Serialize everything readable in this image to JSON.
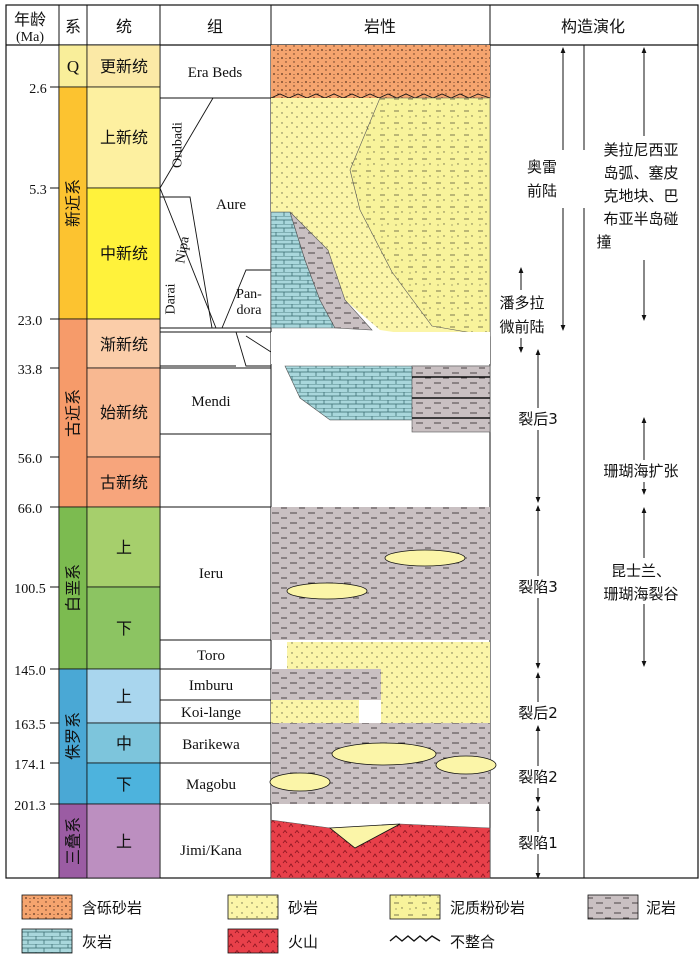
{
  "header": {
    "age": "年龄",
    "age_unit": "(Ma)",
    "system": "系",
    "series": "统",
    "formation": "组",
    "lithology": "岩性",
    "tectonics": "构造演化"
  },
  "ages": [
    "2.6",
    "5.3",
    "23.0",
    "33.8",
    "56.0",
    "66.0",
    "100.5",
    "145.0",
    "163.5",
    "174.1",
    "201.3"
  ],
  "systems": [
    {
      "name": "Q",
      "color": "#f9ee9a"
    },
    {
      "name": "新近系",
      "color": "#fcc330"
    },
    {
      "name": "古近系",
      "color": "#f69b6a"
    },
    {
      "name": "白垩系",
      "color": "#7cbb50"
    },
    {
      "name": "侏罗系",
      "color": "#4aa8d5"
    },
    {
      "name": "三叠系",
      "color": "#9b5ca3"
    }
  ],
  "series": [
    {
      "name": "更新统",
      "color": "#fbe9a6"
    },
    {
      "name": "上新统",
      "color": "#fdf0a0"
    },
    {
      "name": "中新统",
      "color": "#fff23b"
    },
    {
      "name": "渐新统",
      "color": "#fbcda9"
    },
    {
      "name": "始新统",
      "color": "#f8b891"
    },
    {
      "name": "古新统",
      "color": "#f7a57c"
    },
    {
      "name": "上",
      "color": "#a6cf6c"
    },
    {
      "name": "下",
      "color": "#8cc462"
    },
    {
      "name": "上",
      "color": "#a9d6ee"
    },
    {
      "name": "中",
      "color": "#7dc5dc"
    },
    {
      "name": "下",
      "color": "#4db3dd"
    },
    {
      "name": "上",
      "color": "#bc8fc0"
    }
  ],
  "formations": {
    "era_beds": "Era Beds",
    "orubadi": "Orubadi",
    "aure": "Aure",
    "nipa": "Nipa",
    "darai": "Darai",
    "pandora_1": "Pan-",
    "pandora_2": "dora",
    "mendi": "Mendi",
    "ieru": "Ieru",
    "toro": "Toro",
    "imburu": "Imburu",
    "koi_lange": "Koi-lange",
    "barikewa": "Barikewa",
    "magobu": "Magobu",
    "jimi_kana": "Jimi/Kana"
  },
  "tectonics": {
    "aolei_1": "奥雷",
    "aolei_2": "前陆",
    "panduola_1": "潘多拉",
    "panduola_2": "微前陆",
    "liehou3": "裂后3",
    "liexian3": "裂陷3",
    "liehou2": "裂后2",
    "liexian2": "裂陷2",
    "liexian1": "裂陷1",
    "regional_1": [
      "美拉尼西亚",
      "岛弧、塞皮",
      "克地块、巴",
      "布亚半岛碰",
      "撞"
    ],
    "coral_spread": "珊瑚海扩张",
    "regional_3": [
      "昆士兰、",
      "珊瑚海裂谷"
    ]
  },
  "legend": [
    {
      "label": "含砾砂岩",
      "pattern": "conglomerate"
    },
    {
      "label": "砂岩",
      "pattern": "sandstone"
    },
    {
      "label": "泥质粉砂岩",
      "pattern": "siltstone"
    },
    {
      "label": "泥岩",
      "pattern": "mudstone"
    },
    {
      "label": "灰岩",
      "pattern": "limestone"
    },
    {
      "label": "火山",
      "pattern": "volcanic"
    },
    {
      "label": "不整合",
      "pattern": "unconformity"
    }
  ]
}
